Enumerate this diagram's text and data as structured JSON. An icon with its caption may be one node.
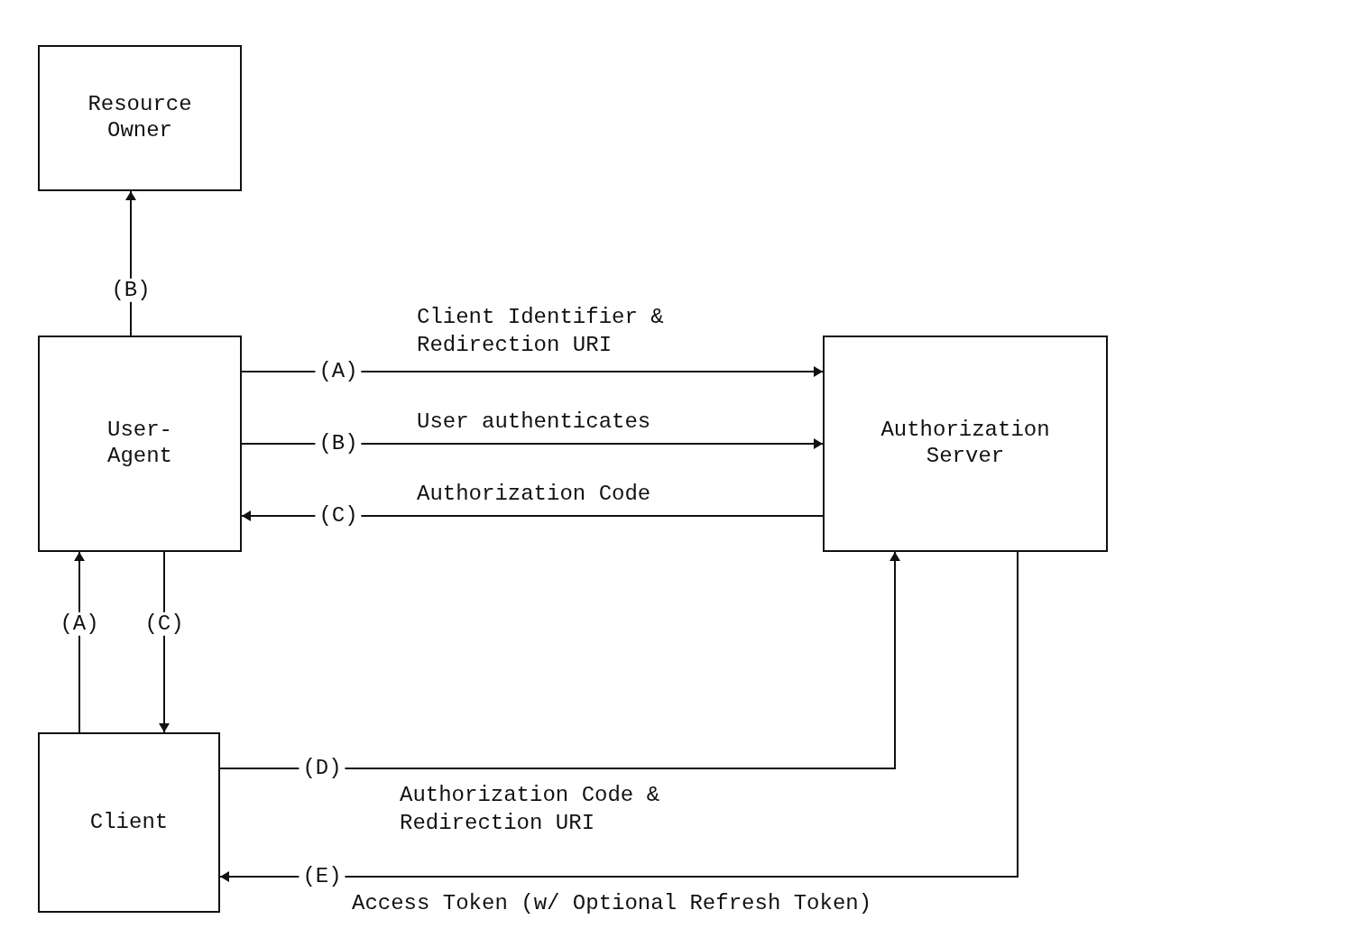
{
  "diagram": {
    "nodes": [
      {
        "text": [
          "Resource Owner"
        ]
      },
      {
        "text": [
          "User-Agent"
        ]
      },
      {
        "text": [
          "Authorization Server"
        ]
      },
      {
        "text": [
          "Client"
        ]
      }
    ],
    "edges": [
      {
        "from": 1,
        "to": 0,
        "arrow": "to",
        "label": "(B)"
      },
      {
        "from": 1,
        "to": 2,
        "arrow": "to",
        "label": "(A)"
      },
      {
        "from": 1,
        "to": 2,
        "arrow": "to",
        "label": "(B)"
      },
      {
        "from": 2,
        "to": 1,
        "arrow": "to",
        "label": "(C)"
      },
      {
        "from": 3,
        "to": 1,
        "arrow": "to",
        "label": "(A)"
      },
      {
        "from": 1,
        "to": 3,
        "arrow": "to",
        "label": "(C)"
      },
      {
        "from": 3,
        "to": 2,
        "arrow": "to",
        "label": "(D)"
      },
      {
        "from": 2,
        "to": 3,
        "arrow": "to",
        "label": "(E)"
      }
    ],
    "labels": [
      "Client Identifier & Redirection URI",
      "User authenticates",
      "Authorization Code",
      "Authorization Code & Redirection URI",
      "Access Token (w/ Optional Refresh Token)"
    ]
  }
}
